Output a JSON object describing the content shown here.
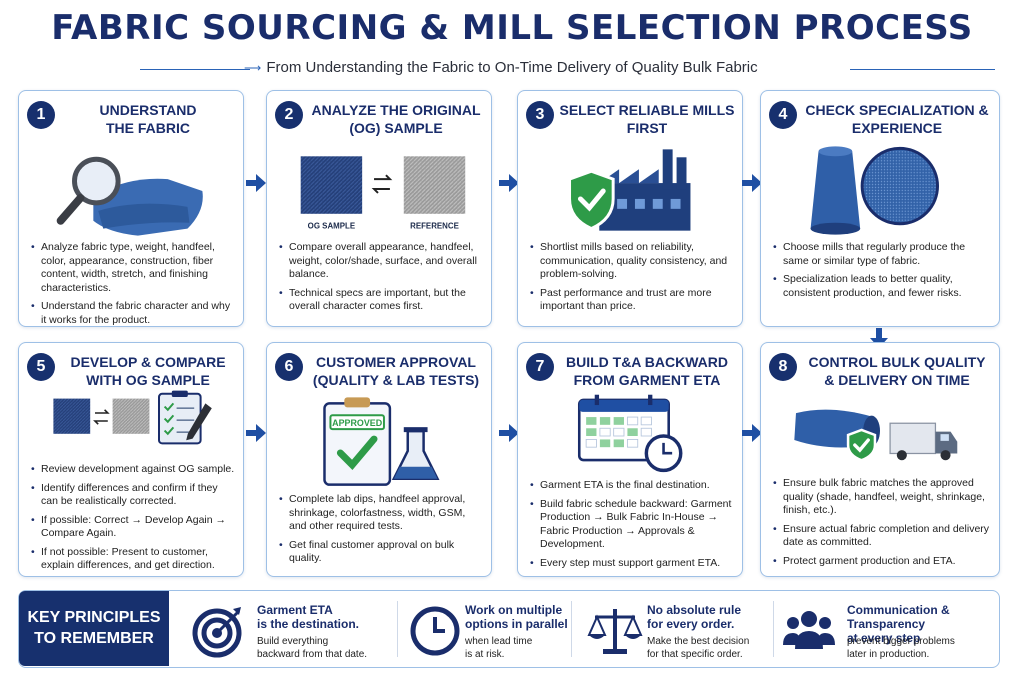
{
  "title": "Fabric Sourcing & Mill Selection Process",
  "subtitle": "From Understanding the Fabric to On-Time Delivery of Quality Bulk Fabric",
  "steps": [
    {
      "number": "1",
      "title": "Understand\nthe Fabric",
      "bullets": [
        "Analyze fabric type, weight, handfeel, color, appearance, construction, fiber content, width, stretch, and finishing characteristics.",
        "Understand the fabric character and why it works for the product."
      ]
    },
    {
      "number": "2",
      "title": "Analyze the Original\n(OG) Sample",
      "labels": [
        "OG SAMPLE",
        "REFERENCE"
      ],
      "bullets": [
        "Compare overall appearance, handfeel, weight, color/shade, surface, and overall balance.",
        "Technical specs are important, but the overall character comes first."
      ]
    },
    {
      "number": "3",
      "title": "Select Reliable Mills\nFirst",
      "bullets": [
        "Shortlist mills based on reliability, communication, quality consistency, and problem-solving.",
        "Past performance and trust are more important than price."
      ]
    },
    {
      "number": "4",
      "title": "Check Specialization &\nExperience",
      "bullets": [
        "Choose mills that regularly produce the same or similar type of fabric.",
        "Specialization leads to better quality, consistent production, and fewer risks."
      ]
    },
    {
      "number": "5",
      "title": "Develop & Compare\nwith OG Sample",
      "bullets": [
        "Review development against OG sample.",
        "Identify differences and confirm if they can be realistically corrected.",
        "If possible: Correct → Develop Again → Compare Again.",
        "If not possible: Present to customer, explain differences, and get direction."
      ]
    },
    {
      "number": "6",
      "title": "Customer Approval\n(Quality & Lab Tests)",
      "approved_label": "APPROVED",
      "bullets": [
        "Complete lab dips, handfeel approval, shrinkage, colorfastness, width, GSM, and other required tests.",
        "Get final customer approval on bulk quality."
      ]
    },
    {
      "number": "7",
      "title": "Build T&A Backward\nfrom Garment ETA",
      "bullets": [
        "Garment ETA is the final destination.",
        "Build fabric schedule backward: Garment Production → Bulk Fabric In-House → Fabric Production → Approvals & Development.",
        "Every step must support garment ETA."
      ]
    },
    {
      "number": "8",
      "title": "Control Bulk Quality\n& Delivery on Time",
      "bullets": [
        "Ensure bulk fabric matches the approved quality (shade, handfeel, weight, shrinkage, finish, etc.).",
        "Ensure actual fabric completion and delivery date as committed.",
        "Protect garment production and ETA."
      ]
    }
  ],
  "key": {
    "heading": "Key Principles\nto Remember",
    "principles": [
      {
        "icon": "target-icon",
        "title": "Garment ETA\nis the destination.",
        "text": "Build everything\nbackward from that date."
      },
      {
        "icon": "clock-icon",
        "title": "Work on multiple\noptions in parallel",
        "text": "when lead time\nis at risk."
      },
      {
        "icon": "scale-icon",
        "title": "No absolute rule\nfor every order.",
        "text": "Make the best decision\nfor that specific order."
      },
      {
        "icon": "team-icon",
        "title": "Communication & Transparency\nat every step",
        "text": "prevent bigger problems\nlater in production."
      }
    ]
  },
  "colors": {
    "navy": "#17306e",
    "accent": "#1f4fa3",
    "border": "#9ec0e6",
    "green": "#2e9b48"
  }
}
